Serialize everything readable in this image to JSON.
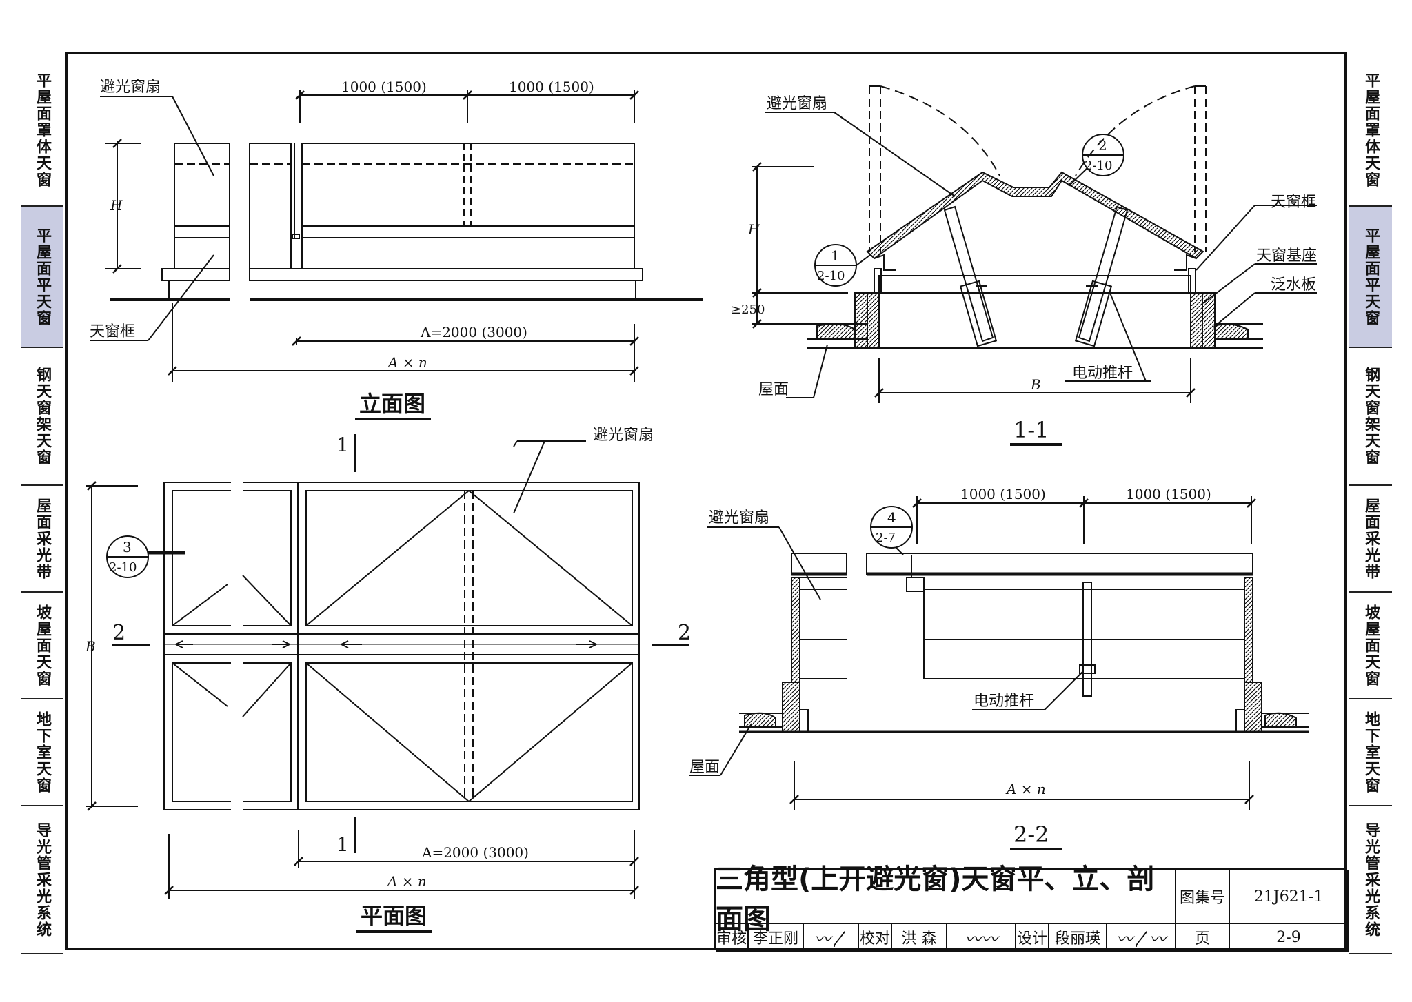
{
  "side_tabs_left": [
    {
      "label": "平屋面罩体天窗",
      "active": false
    },
    {
      "label": "平屋面平天窗",
      "active": true
    },
    {
      "label": "钢天窗架天窗",
      "active": false
    },
    {
      "label": "屋面采光带",
      "active": false
    },
    {
      "label": "坡屋面天窗",
      "active": false
    },
    {
      "label": "地下室天窗",
      "active": false
    },
    {
      "label": "导光管采光系统",
      "active": false
    }
  ],
  "side_tabs_right": [
    {
      "label": "平屋面罩体天窗",
      "active": false
    },
    {
      "label": "平屋面平天窗",
      "active": true
    },
    {
      "label": "钢天窗架天窗",
      "active": false
    },
    {
      "label": "屋面采光带",
      "active": false
    },
    {
      "label": "坡屋面天窗",
      "active": false
    },
    {
      "label": "地下室天窗",
      "active": false
    },
    {
      "label": "导光管采光系统",
      "active": false
    }
  ],
  "elevation": {
    "title": "立面图",
    "label_sash": "避光窗扇",
    "label_frame": "天窗框",
    "dim_top_1": "1000 (1500)",
    "dim_top_2": "1000 (1500)",
    "dim_h": "H",
    "dim_a": "A=2000 (3000)",
    "dim_axn": "A × n"
  },
  "plan": {
    "title": "平面图",
    "label_sash": "避光窗扇",
    "cut_1_top": "1",
    "cut_1_bottom": "1",
    "cut_2_left": "2",
    "cut_2_right": "2",
    "dim_b": "B",
    "dim_a": "A=2000 (3000)",
    "dim_axn": "A × n",
    "detail_ref": {
      "num": "3",
      "page": "2-10"
    }
  },
  "section_1": {
    "title": "1-1",
    "label_sash": "避光窗扇",
    "label_frame": "天窗框",
    "label_base": "天窗基座",
    "label_flashing": "泛水板",
    "label_roof": "屋面",
    "label_actuator": "电动推杆",
    "dim_h": "H",
    "dim_250": "≥250",
    "dim_b": "B",
    "detail_ref_1": {
      "num": "1",
      "page": "2-10"
    },
    "detail_ref_2": {
      "num": "2",
      "page": "2-10"
    }
  },
  "section_2": {
    "title": "2-2",
    "label_sash": "避光窗扇",
    "label_actuator": "电动推杆",
    "label_roof": "屋面",
    "dim_top_1": "1000 (1500)",
    "dim_top_2": "1000 (1500)",
    "dim_axn": "A × n",
    "detail_ref": {
      "num": "4",
      "page": "2-7"
    }
  },
  "title_block": {
    "title": "三角型(上开避光窗)天窗平、立、剖面图",
    "atlas_label": "图集号",
    "atlas_value": "21J621-1",
    "review_label": "审核",
    "review_name": "李正刚",
    "check_label": "校对",
    "check_name": "洪 森",
    "design_label": "设计",
    "design_name": "段丽瑛",
    "page_label": "页",
    "page_value": "2-9"
  }
}
